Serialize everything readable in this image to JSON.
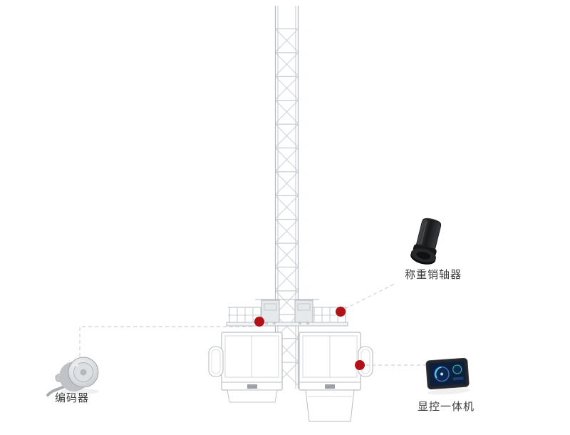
{
  "diagram": {
    "marker_color": "#b01217",
    "leader_line_color": "#cdd2d6",
    "structure_line_color": "#b7bdc3",
    "components": [
      {
        "id": "weighing-pin-sensor",
        "label": "称重销轴器"
      },
      {
        "id": "encoder",
        "label": "编码器"
      },
      {
        "id": "display-controller",
        "label": "显控一体机"
      }
    ]
  }
}
